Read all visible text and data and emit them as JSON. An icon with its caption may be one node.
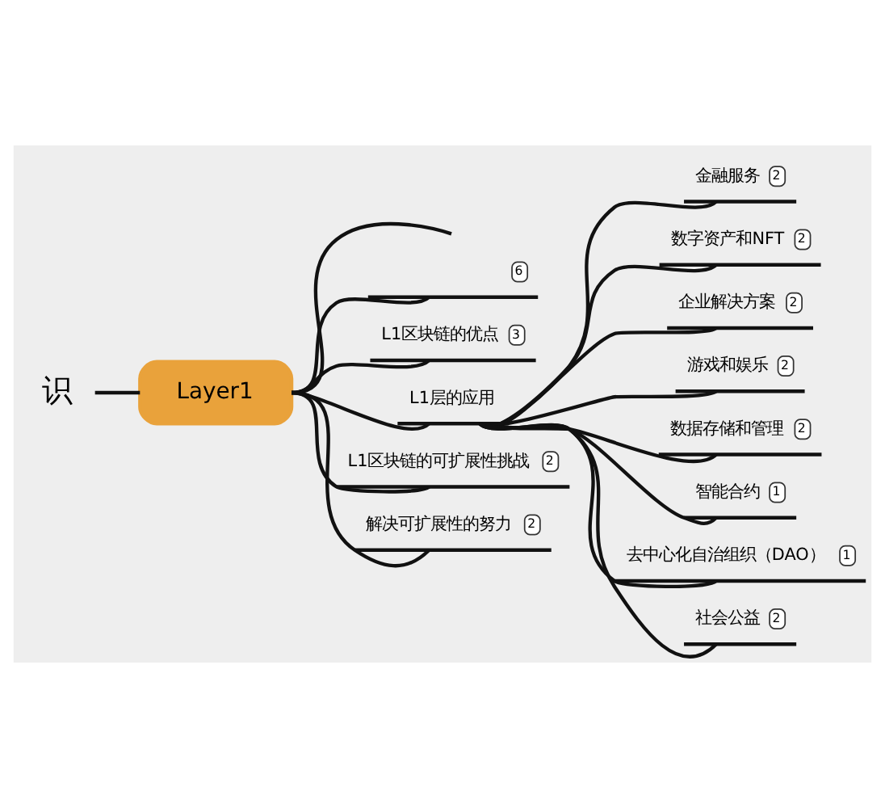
{
  "diagram": {
    "nodes": [
      {
        "text": [
          "识"
        ]
      },
      {
        "text": [
          "Layer1"
        ]
      },
      {
        "text": [
          "6"
        ]
      },
      {
        "text": [
          "L1区块链的优点",
          "3"
        ]
      },
      {
        "text": [
          "L1层的应用"
        ]
      },
      {
        "text": [
          "金融服务",
          "2"
        ]
      },
      {
        "text": [
          "数字资产和NFT",
          "2"
        ]
      },
      {
        "text": [
          "企业解决方案",
          "2"
        ]
      },
      {
        "text": [
          "游戏和娱乐",
          "2"
        ]
      },
      {
        "text": [
          "数据存储和管理",
          "2"
        ]
      },
      {
        "text": [
          "智能合约",
          "1"
        ]
      },
      {
        "text": [
          "去中心化自治组织（DAO）",
          "1"
        ]
      },
      {
        "text": [
          "社会公益",
          "2"
        ]
      },
      {
        "text": [
          "L1区块链的可扩展性挑战",
          "2"
        ]
      },
      {
        "text": [
          "解决可扩展性的努力",
          "2"
        ]
      }
    ],
    "edges": [
      {
        "from": 0,
        "to": 1,
        "arrow": "none"
      },
      {
        "from": 1,
        "to": null,
        "arrow": "none"
      },
      {
        "from": 1,
        "to": 2,
        "arrow": "none"
      },
      {
        "from": 1,
        "to": 3,
        "arrow": "none"
      },
      {
        "from": 1,
        "to": 4,
        "arrow": "none"
      },
      {
        "from": 4,
        "to": 5,
        "arrow": "none"
      },
      {
        "from": 4,
        "to": 6,
        "arrow": "none"
      },
      {
        "from": 4,
        "to": 7,
        "arrow": "none"
      },
      {
        "from": 4,
        "to": 8,
        "arrow": "none"
      },
      {
        "from": 4,
        "to": 9,
        "arrow": "none"
      },
      {
        "from": 4,
        "to": 10,
        "arrow": "none"
      },
      {
        "from": 4,
        "to": 11,
        "arrow": "none"
      },
      {
        "from": 4,
        "to": 12,
        "arrow": "none"
      },
      {
        "from": 1,
        "to": 13,
        "arrow": "none"
      },
      {
        "from": 1,
        "to": 14,
        "arrow": "none"
      }
    ]
  }
}
